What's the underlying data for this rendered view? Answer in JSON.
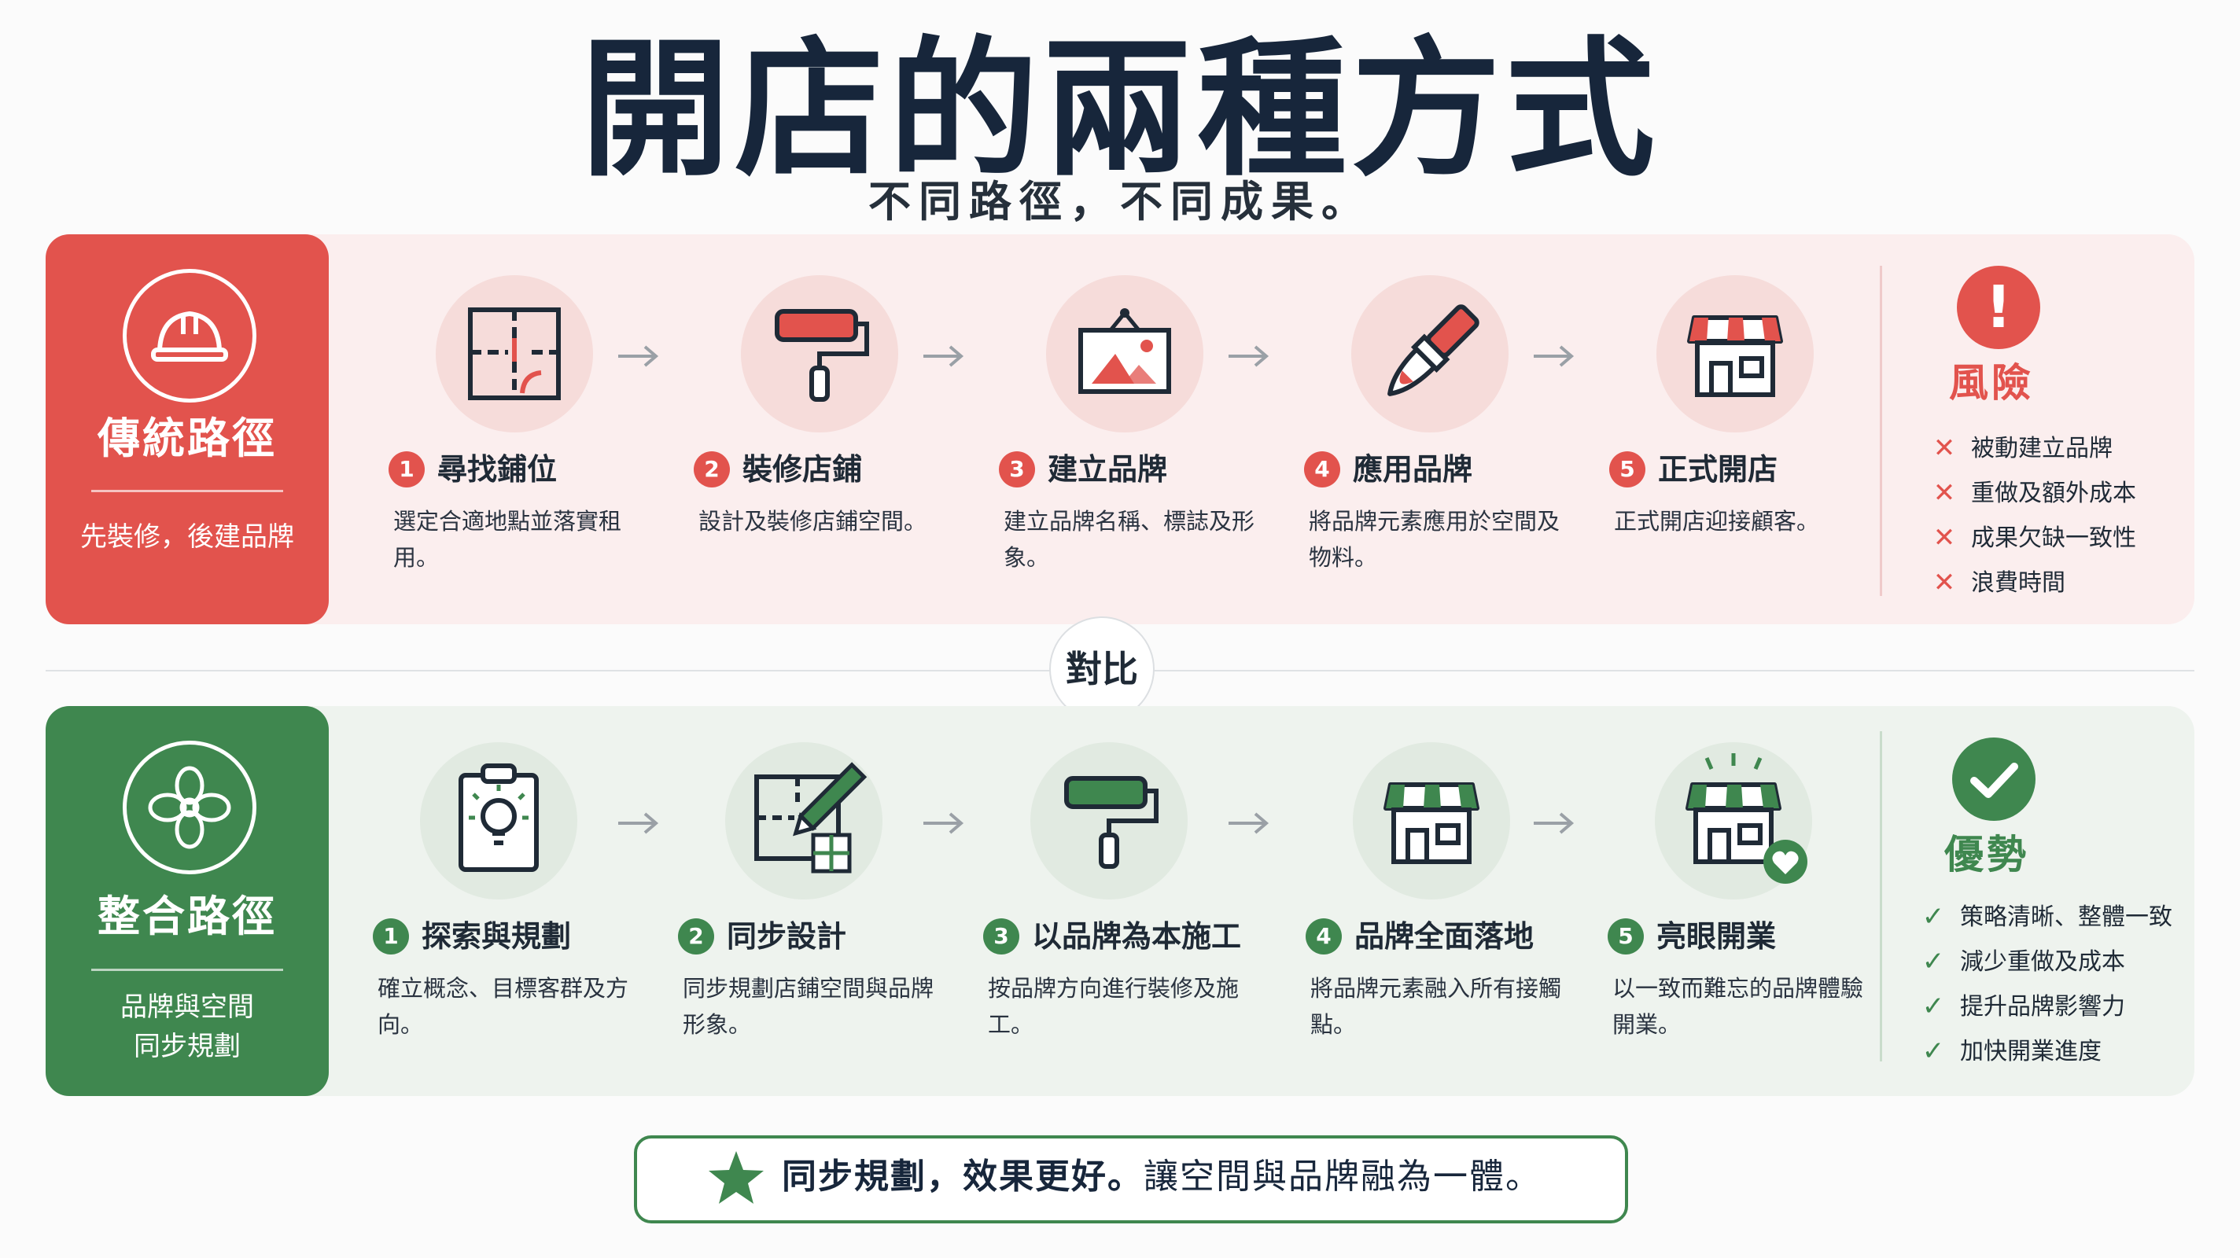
{
  "title": "開店的兩種方式",
  "subtitle": "不同路徑，不同成果。",
  "colors": {
    "traditional": "#e2534d",
    "integrated": "#3f874f",
    "navy": "#17263b"
  },
  "traditional": {
    "icon": "hard-hat-icon",
    "title": "傳統路徑",
    "subtitle": "先裝修，後建品牌",
    "steps": [
      {
        "num": "1",
        "icon": "floor-plan-icon",
        "title": "尋找鋪位",
        "desc": "選定合適地點並落實租用。"
      },
      {
        "num": "2",
        "icon": "paint-roller-icon",
        "title": "裝修店鋪",
        "desc": "設計及裝修店鋪空間。"
      },
      {
        "num": "3",
        "icon": "sign-frame-icon",
        "title": "建立品牌",
        "desc": "建立品牌名稱、標誌及形象。"
      },
      {
        "num": "4",
        "icon": "paint-brush-icon",
        "title": "應用品牌",
        "desc": "將品牌元素應用於空間及物料。"
      },
      {
        "num": "5",
        "icon": "storefront-icon",
        "title": "正式開店",
        "desc": "正式開店迎接顧客。"
      }
    ],
    "verdict": {
      "icon": "exclamation-icon",
      "title": "風險",
      "items": [
        "被動建立品牌",
        "重做及額外成本",
        "成果欠缺一致性",
        "浪費時間"
      ]
    }
  },
  "vs_label": "對比",
  "integrated": {
    "icon": "flower-icon",
    "title": "整合路徑",
    "subtitle_lines": [
      "品牌與空間",
      "同步規劃"
    ],
    "steps": [
      {
        "num": "1",
        "icon": "clipboard-bulb-icon",
        "title": "探索與規劃",
        "desc": "確立概念、目標客群及方向。"
      },
      {
        "num": "2",
        "icon": "plan-pencil-icon",
        "title": "同步設計",
        "desc": "同步規劃店鋪空間與品牌形象。"
      },
      {
        "num": "3",
        "icon": "paint-roller-icon",
        "title": "以品牌為本施工",
        "desc": "按品牌方向進行裝修及施工。"
      },
      {
        "num": "4",
        "icon": "storefront-icon",
        "title": "品牌全面落地",
        "desc": "將品牌元素融入所有接觸點。"
      },
      {
        "num": "5",
        "icon": "storefront-heart-icon",
        "title": "亮眼開業",
        "desc": "以一致而難忘的品牌體驗開業。"
      }
    ],
    "verdict": {
      "icon": "check-circle-icon",
      "title": "優勢",
      "items": [
        "策略清晰、整體一致",
        "減少重做及成本",
        "提升品牌影響力",
        "加快開業進度"
      ]
    }
  },
  "footer": {
    "icon": "star-icon",
    "bold": "同步規劃，效果更好。",
    "rest": "讓空間與品牌融為一體。"
  }
}
